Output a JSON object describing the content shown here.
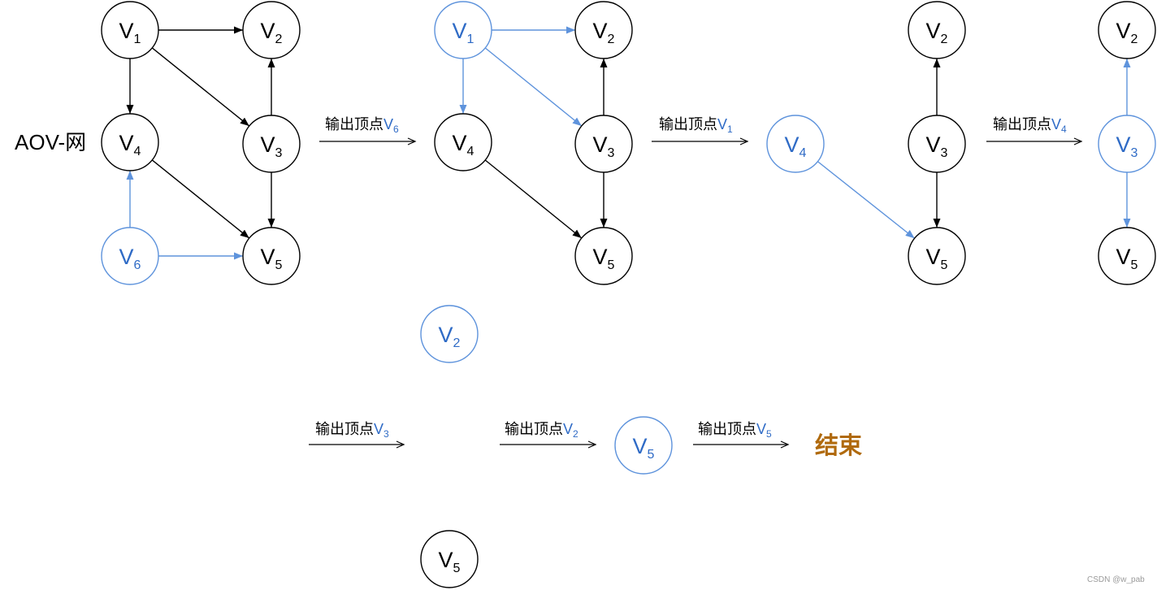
{
  "network_label": "AOV-网",
  "colors": {
    "stroke": "#000000",
    "highlight_stroke": "#5e93dc",
    "highlight_text": "#2f6bc6",
    "end_text": "#b06a0e",
    "watermark": "#9a9a9a",
    "background": "#ffffff"
  },
  "graphs": [
    {
      "nodes": [
        {
          "letter": "V",
          "sub": "1",
          "highlight": false
        },
        {
          "letter": "V",
          "sub": "2",
          "highlight": false
        },
        {
          "letter": "V",
          "sub": "3",
          "highlight": false
        },
        {
          "letter": "V",
          "sub": "4",
          "highlight": false
        },
        {
          "letter": "V",
          "sub": "5",
          "highlight": false
        },
        {
          "letter": "V",
          "sub": "6",
          "highlight": true
        }
      ],
      "edges": [
        {
          "from": 0,
          "to": 1,
          "highlight": false
        },
        {
          "from": 0,
          "to": 3,
          "highlight": false
        },
        {
          "from": 0,
          "to": 2,
          "highlight": false
        },
        {
          "from": 2,
          "to": 1,
          "highlight": false
        },
        {
          "from": 3,
          "to": 4,
          "highlight": false
        },
        {
          "from": 2,
          "to": 4,
          "highlight": false
        },
        {
          "from": 5,
          "to": 3,
          "highlight": true
        },
        {
          "from": 5,
          "to": 4,
          "highlight": true
        }
      ]
    },
    {
      "nodes": [
        {
          "letter": "V",
          "sub": "1",
          "highlight": true
        },
        {
          "letter": "V",
          "sub": "2",
          "highlight": false
        },
        {
          "letter": "V",
          "sub": "3",
          "highlight": false
        },
        {
          "letter": "V",
          "sub": "4",
          "highlight": false
        },
        {
          "letter": "V",
          "sub": "5",
          "highlight": false
        }
      ],
      "edges": [
        {
          "from": 0,
          "to": 1,
          "highlight": true
        },
        {
          "from": 0,
          "to": 3,
          "highlight": true
        },
        {
          "from": 0,
          "to": 2,
          "highlight": true
        },
        {
          "from": 2,
          "to": 1,
          "highlight": false
        },
        {
          "from": 3,
          "to": 4,
          "highlight": false
        },
        {
          "from": 2,
          "to": 4,
          "highlight": false
        }
      ]
    },
    {
      "nodes": [
        {
          "letter": "V",
          "sub": "2",
          "highlight": false
        },
        {
          "letter": "V",
          "sub": "3",
          "highlight": false
        },
        {
          "letter": "V",
          "sub": "4",
          "highlight": true
        },
        {
          "letter": "V",
          "sub": "5",
          "highlight": false
        }
      ],
      "edges": [
        {
          "from": 1,
          "to": 0,
          "highlight": false
        },
        {
          "from": 2,
          "to": 3,
          "highlight": true
        },
        {
          "from": 1,
          "to": 3,
          "highlight": false
        }
      ]
    },
    {
      "nodes": [
        {
          "letter": "V",
          "sub": "2",
          "highlight": false
        },
        {
          "letter": "V",
          "sub": "3",
          "highlight": true
        },
        {
          "letter": "V",
          "sub": "5",
          "highlight": false
        }
      ],
      "edges": [
        {
          "from": 1,
          "to": 0,
          "highlight": true
        },
        {
          "from": 1,
          "to": 2,
          "highlight": true
        }
      ]
    },
    {
      "nodes": [
        {
          "letter": "V",
          "sub": "2",
          "highlight": true
        },
        {
          "letter": "V",
          "sub": "5",
          "highlight": false
        }
      ],
      "edges": []
    },
    {
      "nodes": [
        {
          "letter": "V",
          "sub": "5",
          "highlight": true
        }
      ],
      "edges": []
    }
  ],
  "steps": [
    {
      "prefix": "输出顶点",
      "letter": "V",
      "sub": "6"
    },
    {
      "prefix": "输出顶点",
      "letter": "V",
      "sub": "1"
    },
    {
      "prefix": "输出顶点",
      "letter": "V",
      "sub": "4"
    },
    {
      "prefix": "输出顶点",
      "letter": "V",
      "sub": "3"
    },
    {
      "prefix": "输出顶点",
      "letter": "V",
      "sub": "2"
    },
    {
      "prefix": "输出顶点",
      "letter": "V",
      "sub": "5"
    }
  ],
  "end_label": "结束",
  "watermark": "CSDN @w_pab"
}
